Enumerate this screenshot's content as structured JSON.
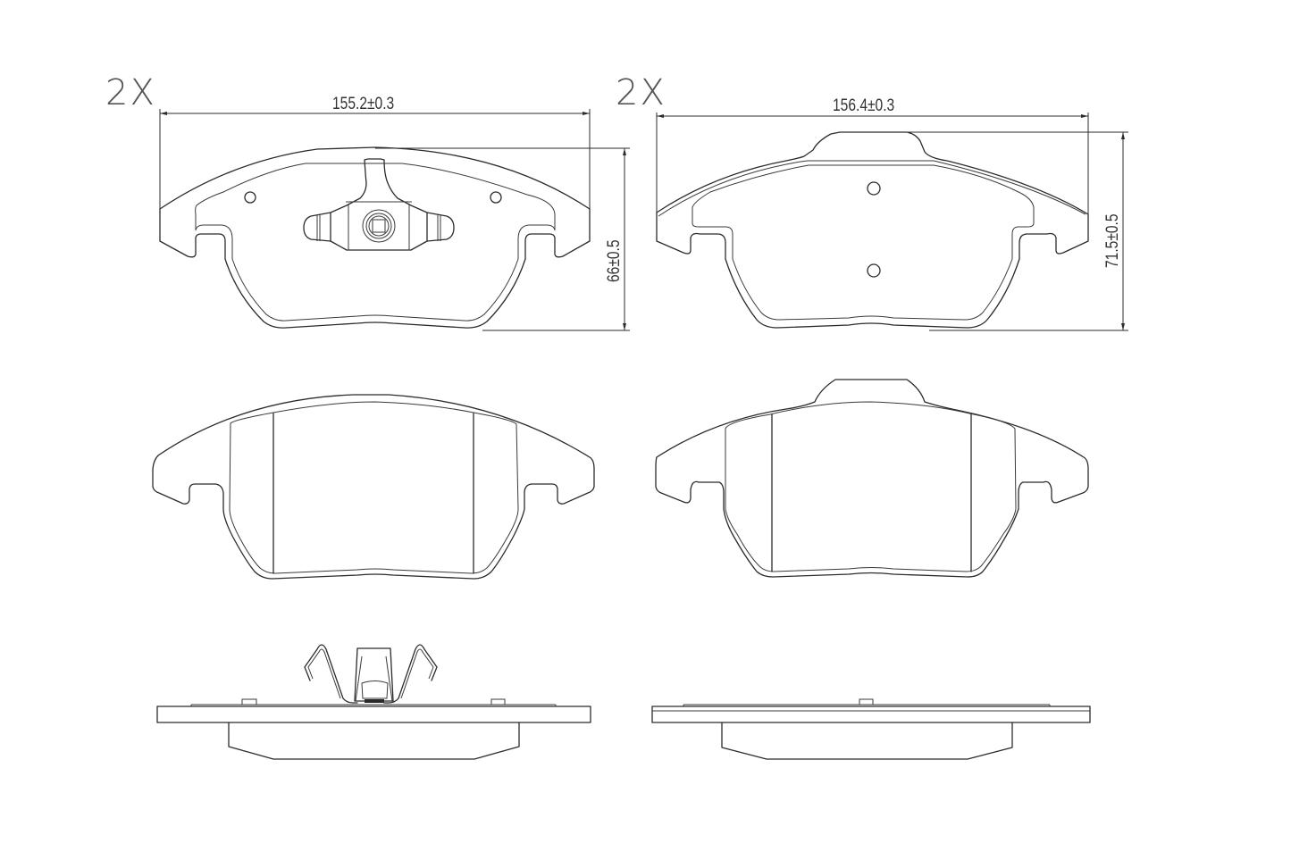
{
  "drawing": {
    "left_set": {
      "quantity": "2X",
      "width_dimension": "155.2±0.3",
      "height_dimension": "66±0.5",
      "features": [
        "wear-sensor-clip",
        "two-locating-holes",
        "spring-clip"
      ]
    },
    "right_set": {
      "quantity": "2X",
      "width_dimension": "156.4±0.3",
      "height_dimension": "71.5±0.5",
      "features": [
        "top-tab",
        "two-vertical-holes"
      ]
    },
    "views": [
      "backing-plate-view",
      "friction-material-view",
      "side-profile-view"
    ],
    "colors": {
      "line": "#2b2b2b",
      "background": "#ffffff",
      "label": "#555555"
    }
  }
}
